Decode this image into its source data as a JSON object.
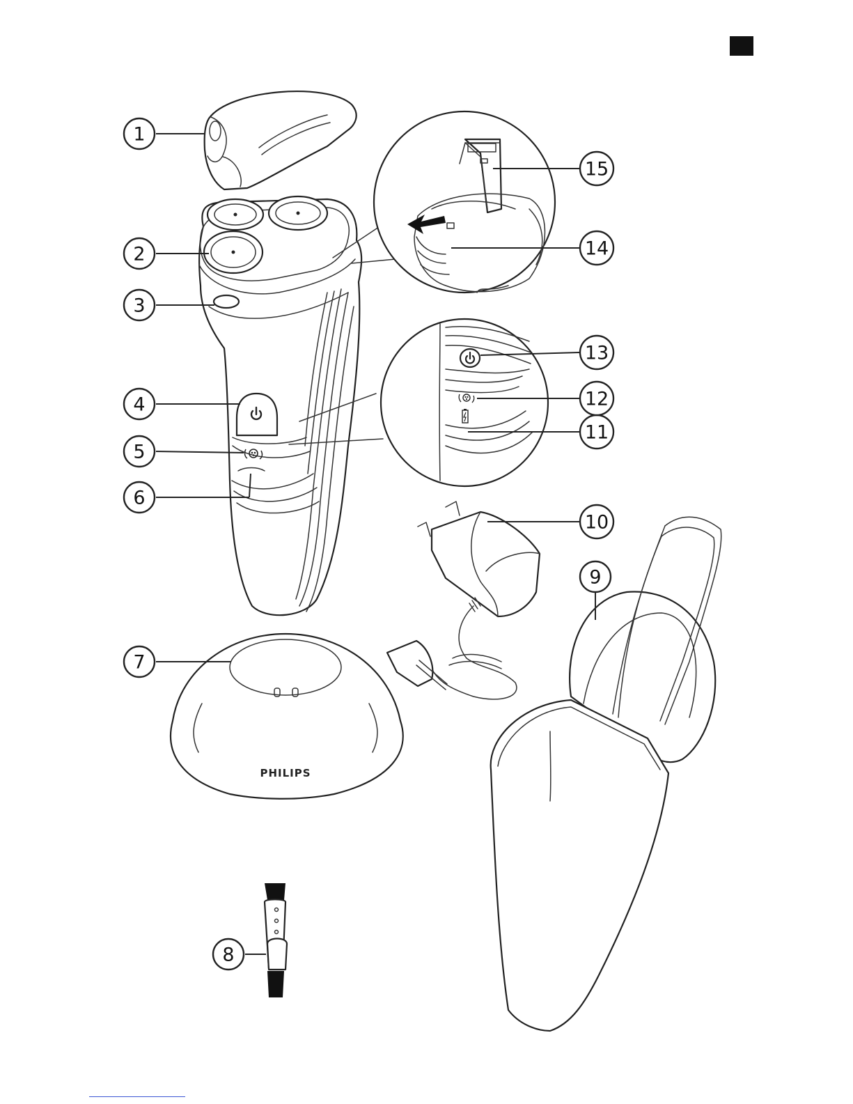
{
  "brand_text": "PHILIPS",
  "callouts": [
    {
      "id": "1",
      "label": "1"
    },
    {
      "id": "2",
      "label": "2"
    },
    {
      "id": "3",
      "label": "3"
    },
    {
      "id": "4",
      "label": "4"
    },
    {
      "id": "5",
      "label": "5"
    },
    {
      "id": "6",
      "label": "6"
    },
    {
      "id": "7",
      "label": "7"
    },
    {
      "id": "8",
      "label": "8"
    },
    {
      "id": "9",
      "label": "9"
    },
    {
      "id": "10",
      "label": "10"
    },
    {
      "id": "11",
      "label": "11"
    },
    {
      "id": "12",
      "label": "12"
    },
    {
      "id": "13",
      "label": "13"
    },
    {
      "id": "14",
      "label": "14"
    },
    {
      "id": "15",
      "label": "15"
    }
  ],
  "icons": [
    "power-icon",
    "shaving-head-replace-icon",
    "battery-charging-icon"
  ]
}
